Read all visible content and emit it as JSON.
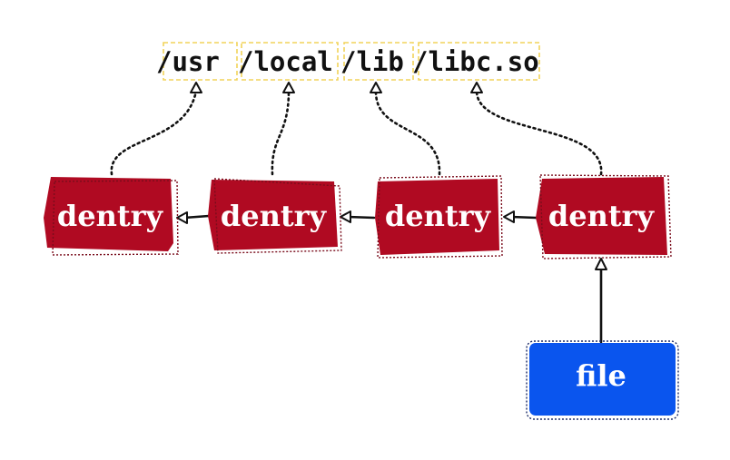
{
  "path": {
    "segments": [
      "/usr",
      "/local",
      "/lib",
      "/libc.so"
    ]
  },
  "dentries": [
    {
      "label": "dentry"
    },
    {
      "label": "dentry"
    },
    {
      "label": "dentry"
    },
    {
      "label": "dentry"
    }
  ],
  "file": {
    "label": "file"
  },
  "colors": {
    "dentry_fill": "#b00a22",
    "file_fill": "#0a55ee",
    "segment_border": "#f2d35a",
    "line": "#111111"
  }
}
